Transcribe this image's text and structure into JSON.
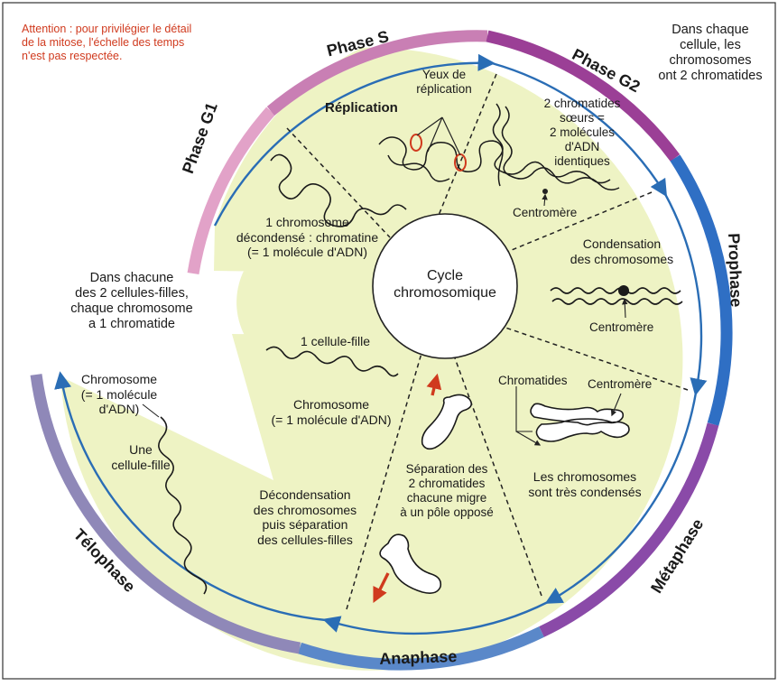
{
  "warning": "Attention : pour privilégier le détail\nde la mitose, l'échelle des temps\nn'est pas respectée.",
  "note_top_right": "Dans chaque\ncellule, les\nchromosomes\nont 2 chromatides",
  "note_left": "Dans chacune\ndes 2 cellules-filles,\nchaque chromosome\na 1 chromatide",
  "center_label": "Cycle\nchromosomique",
  "phases": {
    "g1": "Phase G1",
    "s": "Phase S",
    "g2": "Phase G2",
    "prophase": "Prophase",
    "metaphase": "Métaphase",
    "anaphase": "Anaphase",
    "telophase": "Télophase"
  },
  "g1": {
    "label": "1 chromosome\ndécondensé : chromatine\n(= 1 molécule d'ADN)"
  },
  "s": {
    "replication": "Réplication",
    "forks": "Yeux de\nréplication"
  },
  "g2": {
    "label": "2 chromatides\nsœurs =\n2 molécules\nd'ADN\nidentiques",
    "centromere": "Centromère"
  },
  "prophase": {
    "label": "Condensation\ndes chromosomes",
    "centromere": "Centromère"
  },
  "metaphase": {
    "chromatides": "Chromatides",
    "centromere": "Centromère",
    "label": "Les chromosomes\nsont très condensés"
  },
  "anaphase": {
    "label": "Séparation des\n2 chromatides\nchacune migre\nà un pôle opposé"
  },
  "telophase": {
    "chromosome": "Chromosome\n(= 1 molécule\nd'ADN)",
    "cell": "Une\ncellule-fille",
    "label": "Décondensation\ndes chromosomes\npuis séparation\ndes cellules-filles"
  },
  "daughter": {
    "title": "1 cellule-fille",
    "chromosome": "Chromosome\n(= 1 molécule d'ADN)"
  },
  "colors": {
    "fill": "#eef3c4",
    "ring": "#2a6db5",
    "g1": "#e2a2c8",
    "s": "#c97fb4",
    "g2": "#9b3f96",
    "prophase": "#2f6fc4",
    "metaphase": "#8a4aa8",
    "anaphase": "#5a88c9",
    "telophase": "#8f88b8",
    "warning": "#d03a1e"
  }
}
